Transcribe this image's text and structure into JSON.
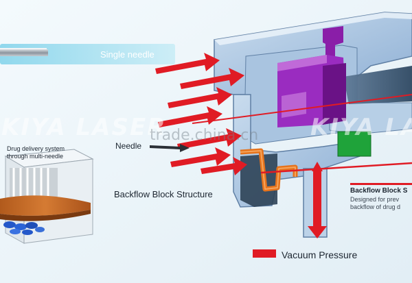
{
  "labels": {
    "single_needle": "Single needle",
    "drug_delivery_line1": "Drug delivery system",
    "drug_delivery_line2": "through multi-needle",
    "needle": "Needle",
    "backflow_block": "Backflow Block Structure",
    "vacuum_pressure": "Vacuum Pressure",
    "legend_title": "Backflow Block S",
    "legend_desc_line1": "Designed for prev",
    "legend_desc_line2": "backflow of drug d"
  },
  "watermarks": {
    "brand_left": "KIYA LASER",
    "brand_right": "KIYA LASER",
    "site": "trade.china.cn"
  },
  "colors": {
    "arrow_red": "#e01b24",
    "tube_orange": "#e6731c",
    "valve_purple": "#8a1ea8",
    "housing_blue": "#9fbddd",
    "seal_green": "#1fa33a",
    "background": "#eef6fa"
  }
}
